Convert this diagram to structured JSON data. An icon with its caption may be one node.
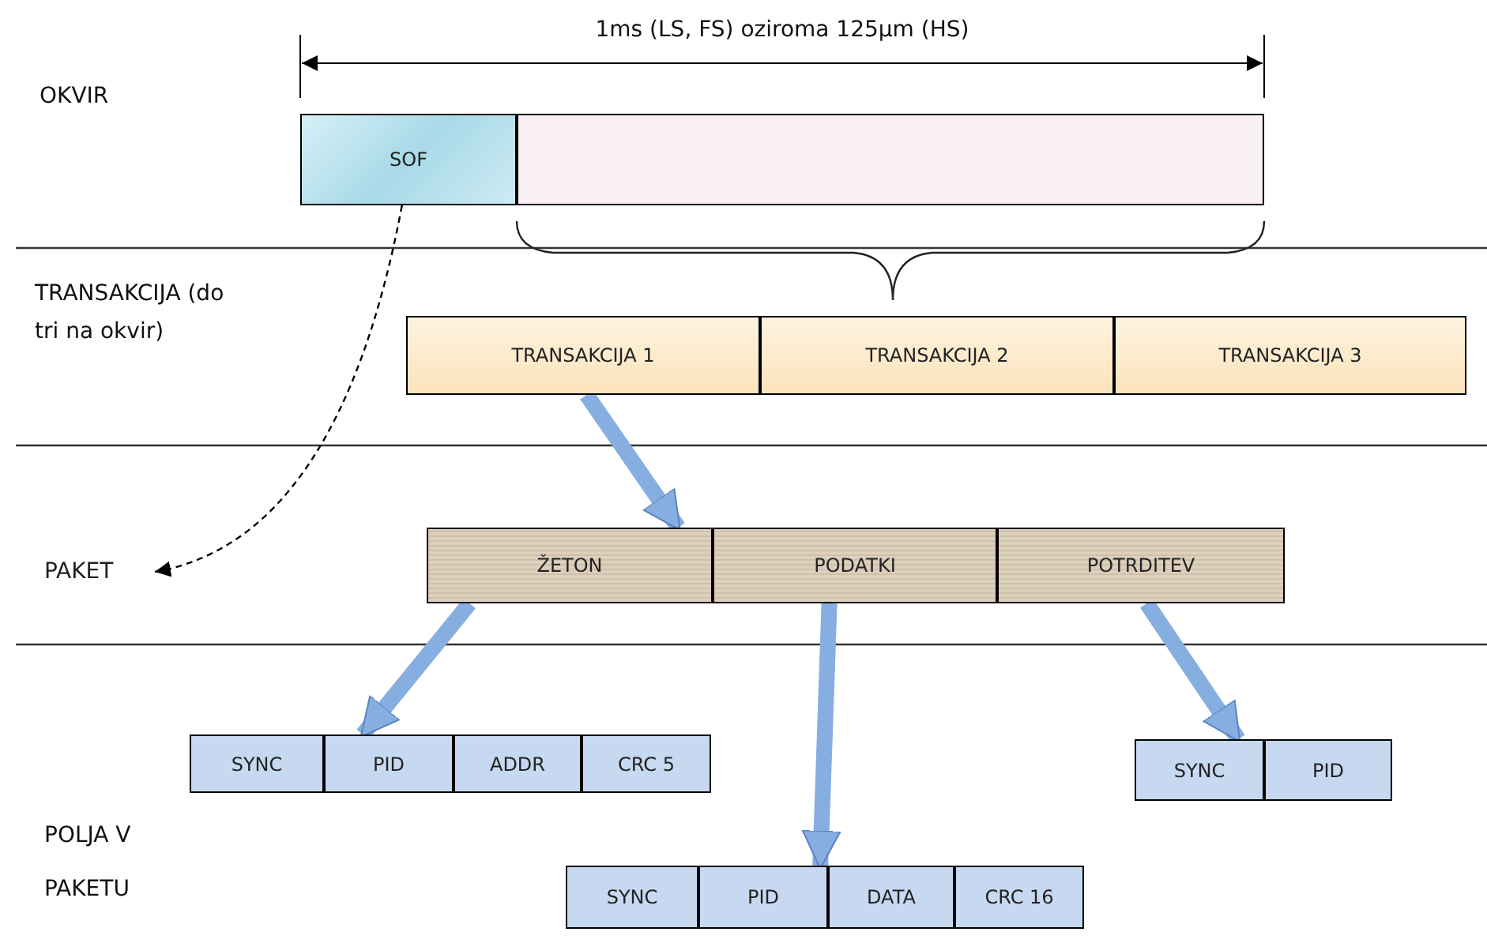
{
  "diagram": {
    "nodes": [
      {
        "text": [
          "SOF"
        ]
      },
      {
        "text": [],
        "shape": "box"
      },
      {
        "text": [
          "TRANSAKCIJA 1"
        ]
      },
      {
        "text": [
          "TRANSAKCIJA 2"
        ]
      },
      {
        "text": [
          "TRANSAKCIJA 3"
        ]
      },
      {
        "text": [
          "ŽETON"
        ]
      },
      {
        "text": [
          "PODATKI"
        ]
      },
      {
        "text": [
          "POTRDITEV"
        ]
      },
      {
        "text": [
          "PAKET"
        ]
      },
      {
        "text": [
          "SYNC"
        ]
      },
      {
        "text": [
          "PID"
        ]
      },
      {
        "text": [
          "ADDR"
        ]
      },
      {
        "text": [
          "CRC 5"
        ]
      },
      {
        "text": [
          "SYNC"
        ]
      },
      {
        "text": [
          "PID"
        ]
      },
      {
        "text": [
          "SYNC"
        ]
      },
      {
        "text": [
          "PID"
        ]
      },
      {
        "text": [
          "DATA"
        ]
      },
      {
        "text": [
          "CRC 16"
        ]
      }
    ],
    "edges": [
      {
        "from": 0,
        "to": 8,
        "arrow": "to",
        "style": "dashed",
        "color": "#000000"
      },
      {
        "from": 2,
        "to": 5,
        "arrow": "to"
      },
      {
        "from": 5,
        "to": 10,
        "arrow": "to"
      },
      {
        "from": 6,
        "to": 16,
        "arrow": "to"
      },
      {
        "from": 7,
        "to": 13,
        "arrow": "to"
      }
    ],
    "labels": [
      "1ms (LS, FS) oziroma 125µm (HS)",
      "OKVIR",
      "TRANSAKCIJA (do tri na okvir)",
      "POLJA V PAKETU"
    ]
  }
}
